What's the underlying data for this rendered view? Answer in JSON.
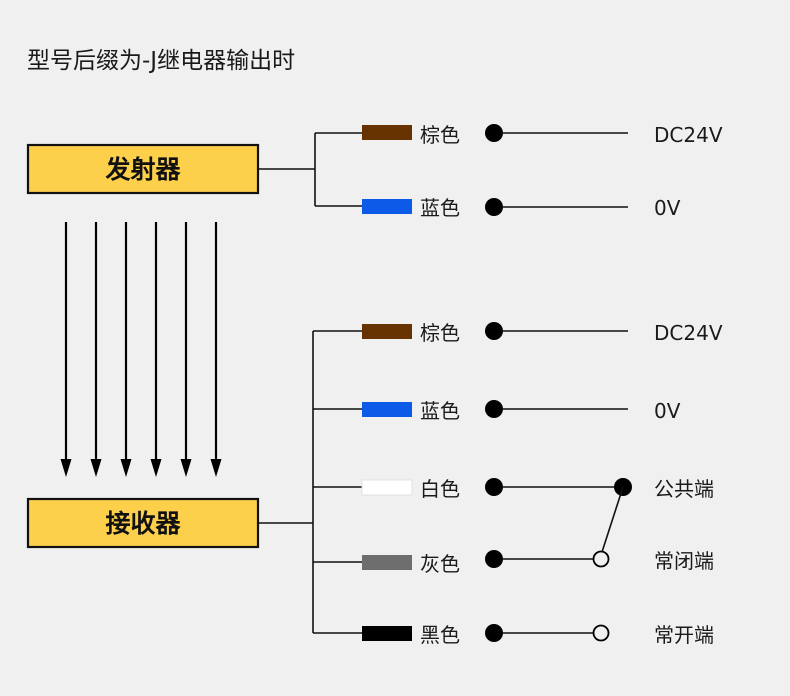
{
  "page": {
    "title": "型号后缀为-J继电器输出时",
    "background_color": "#f0f0f0"
  },
  "devices": {
    "transmitter": {
      "label": "发射器",
      "fill_color": "#fdd04b",
      "border_color": "#111111"
    },
    "receiver": {
      "label": "接收器",
      "fill_color": "#fdd04b",
      "border_color": "#111111"
    }
  },
  "beam": {
    "name": "light-beam-arrows",
    "arrow_count": 6,
    "direction": "down",
    "color": "#000000"
  },
  "transmitter_wires": [
    {
      "color_label": "棕色",
      "swatch_color": "#663300",
      "terminal_label": "DC24V",
      "terminal_type": "filled"
    },
    {
      "color_label": "蓝色",
      "swatch_color": "#0d5ae8",
      "terminal_label": "0V",
      "terminal_type": "filled"
    }
  ],
  "receiver_wires": [
    {
      "color_label": "棕色",
      "swatch_color": "#663300",
      "terminal_label": "DC24V",
      "terminal_type": "filled"
    },
    {
      "color_label": "蓝色",
      "swatch_color": "#0d5ae8",
      "terminal_label": "0V",
      "terminal_type": "filled"
    },
    {
      "color_label": "白色",
      "swatch_color": "#ffffff",
      "terminal_label": "公共端",
      "terminal_type": "filled"
    },
    {
      "color_label": "灰色",
      "swatch_color": "#6e6e6e",
      "terminal_label": "常闭端",
      "terminal_type": "open"
    },
    {
      "color_label": "黑色",
      "swatch_color": "#000000",
      "terminal_label": "常开端",
      "terminal_type": "open"
    }
  ],
  "relay": {
    "common_terminal_label": "公共端",
    "normally_closed_label": "常闭端",
    "normally_open_label": "常开端",
    "armature_position": "normally-closed"
  }
}
